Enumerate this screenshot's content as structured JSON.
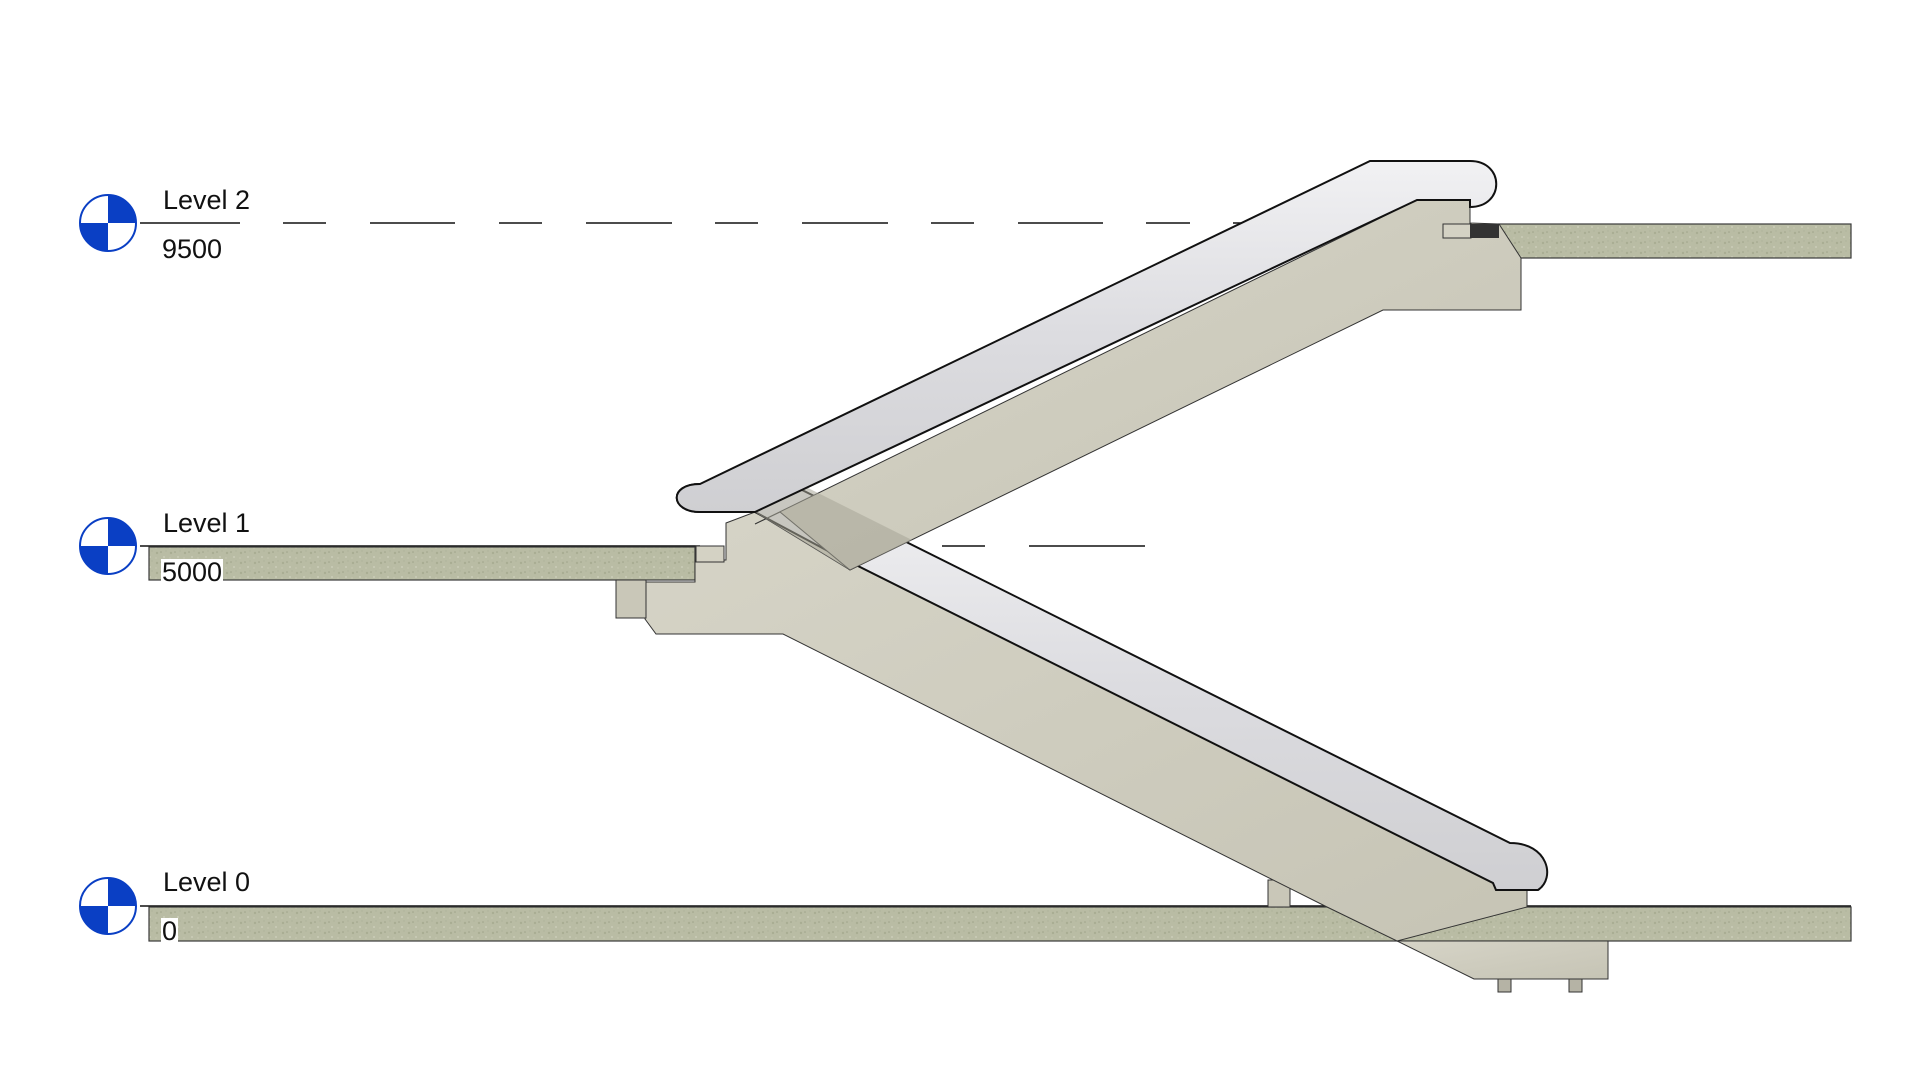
{
  "view": {
    "type": "section-elevation",
    "subject": "escalator between levels"
  },
  "colors": {
    "background": "#ffffff",
    "level_marker_blue": "#0a3fc4",
    "slab_fill": "#b9bca4",
    "slab_stroke": "#3a3a3a",
    "truss_fill": "#cfcdbf",
    "balustrade_fill": "#e2e2e4",
    "line": "#111111"
  },
  "levels": [
    {
      "name": "Level 2",
      "elevation": "9500"
    },
    {
      "name": "Level 1",
      "elevation": "5000"
    },
    {
      "name": "Level 0",
      "elevation": "0"
    }
  ]
}
